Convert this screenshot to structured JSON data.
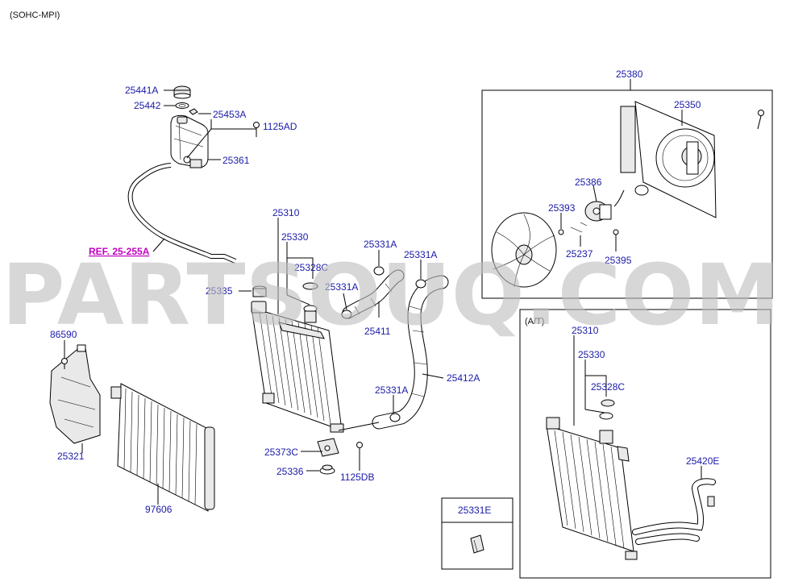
{
  "diagram": {
    "header": "(SOHC-MPI)",
    "watermark": "PARTSOUQ.COM",
    "reference_link": "REF. 25-255A",
    "labels": {
      "p25441A": "25441A",
      "p25442": "25442",
      "p25453A": "25453A",
      "p1125AD": "1125AD",
      "p25361": "25361",
      "p25310": "25310",
      "p25330": "25330",
      "p25328C": "25328C",
      "p25335": "25335",
      "p25331A_1": "25331A",
      "p25331A_2": "25331A",
      "p25331A_3": "25331A",
      "p25331A_4": "25331A",
      "p25411": "25411",
      "p25412A": "25412A",
      "p86590": "86590",
      "p25321": "25321",
      "p97606": "97606",
      "p25373C": "25373C",
      "p25336": "25336",
      "p1125DB": "1125DB",
      "p25380": "25380",
      "p25350": "25350",
      "p25386": "25386",
      "p25393": "25393",
      "p25237": "25237",
      "p25395": "25395"
    },
    "at_inset": {
      "title": "(A/T)",
      "p25310": "25310",
      "p25330": "25330",
      "p25328C": "25328C",
      "p25420E": "25420E"
    },
    "clip_inset": {
      "title": "25331E"
    }
  }
}
